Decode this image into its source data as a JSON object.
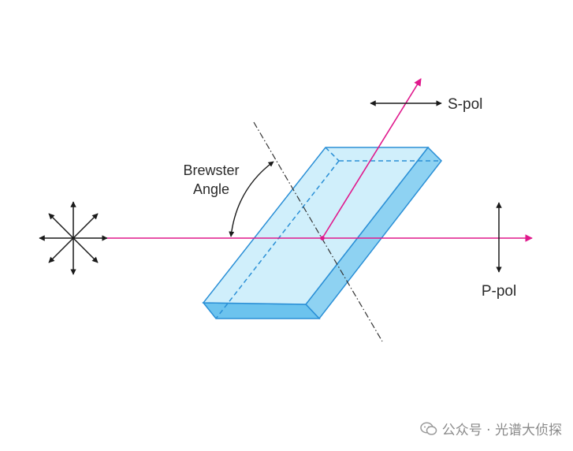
{
  "labels": {
    "brewster_angle": [
      "Brewster",
      "Angle"
    ],
    "s_pol": "S-pol",
    "p_pol": "P-pol"
  },
  "watermark": {
    "text": "公众号 · 光谱大侦探",
    "icon": "wechat-icon"
  },
  "colors": {
    "beam": "#e0188c",
    "glass_top": "#cdeefb",
    "glass_front": "#8fd3f4",
    "glass_side": "#6ec4ef",
    "glass_edge": "#2a8fd6",
    "arrows": "#1a1a1a",
    "normal_line": "#333333"
  }
}
